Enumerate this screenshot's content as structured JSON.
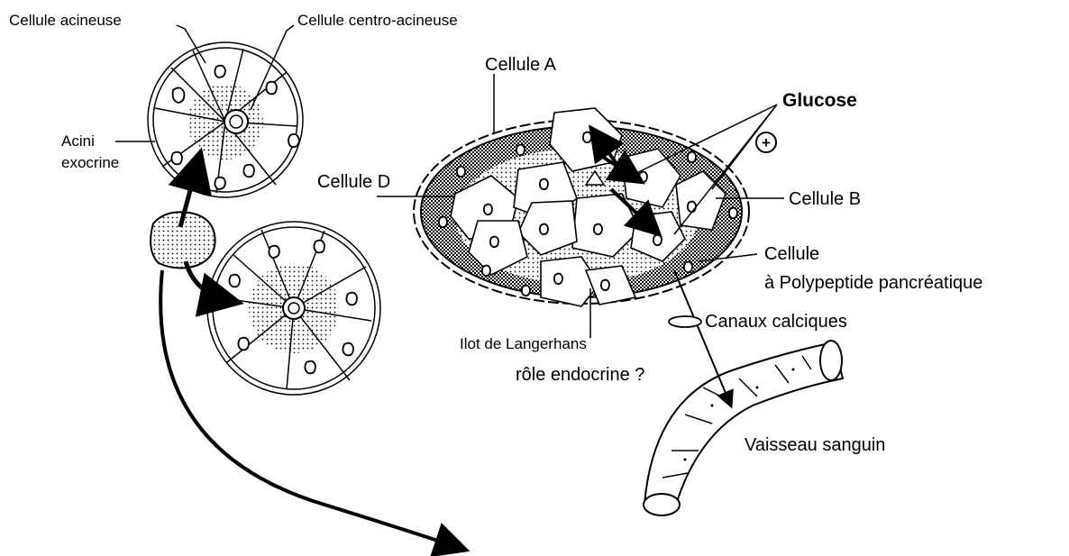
{
  "labels": {
    "cellule_acineuse": "Cellule acineuse",
    "cellule_centro_acineuse": "Cellule centro-acineuse",
    "cellule_a": "Cellule A",
    "glucose": "Glucose",
    "acini_line1": "Acini",
    "acini_line2": "exocrine",
    "cellule_d": "Cellule D",
    "cellule_b": "Cellule B",
    "cellule_pp_line1": "Cellule",
    "cellule_pp_line2": "à Polypeptide pancréatique",
    "canaux_calciques": "Canaux calciques",
    "ilot_langerhans": "Ilot de Langerhans",
    "role_endocrine": "rôle endocrine ?",
    "vaisseau_sanguin": "Vaisseau sanguin",
    "plus_sign": "+"
  }
}
